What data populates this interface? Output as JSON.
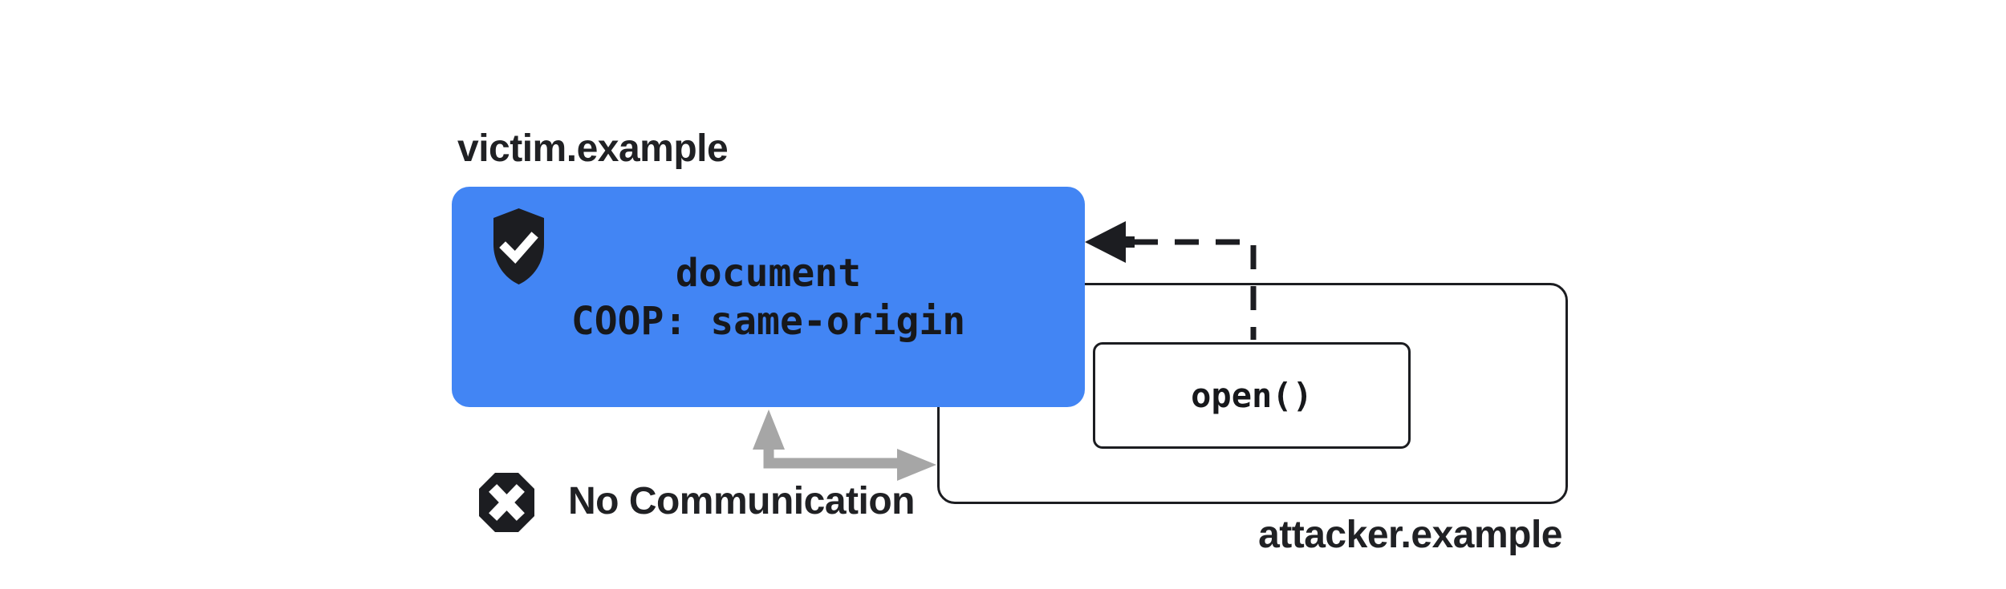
{
  "diagram": {
    "victim_label": "victim.example",
    "attacker_label": "attacker.example",
    "document_box": {
      "line1": "document",
      "line2": "COOP: same-origin"
    },
    "open_box": {
      "label": "open()"
    },
    "no_communication_label": "No Communication",
    "icons": {
      "shield": "shield-check-icon",
      "blocked": "blocked-x-icon",
      "dashed_arrow": "blocked-opener-dashed-arrow",
      "gray_arrow": "no-communication-arrow"
    },
    "colors": {
      "page_bg": "#ffffff",
      "document_box_fill": "#4285f4",
      "outline_black": "#1c1d21",
      "label_text": "#202124",
      "doc_text": "#17181b",
      "icon_check_fill": "#ffffff",
      "gray_arrow": "#a6a6a6"
    }
  }
}
